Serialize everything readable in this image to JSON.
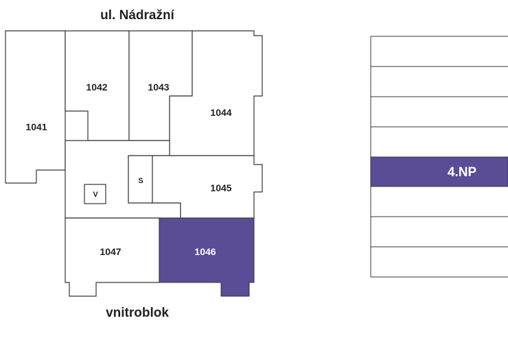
{
  "plan": {
    "street_top": "ul. Nádražní",
    "street_bottom": "vnitroblok",
    "units": [
      {
        "id": "1041",
        "label": "1041",
        "selected": false
      },
      {
        "id": "1042",
        "label": "1042",
        "selected": false
      },
      {
        "id": "1043",
        "label": "1043",
        "selected": false
      },
      {
        "id": "1044",
        "label": "1044",
        "selected": false
      },
      {
        "id": "1045",
        "label": "1045",
        "selected": false
      },
      {
        "id": "1046",
        "label": "1046",
        "selected": true
      },
      {
        "id": "1047",
        "label": "1047",
        "selected": false
      }
    ],
    "stair_label": "S",
    "elevator_label": "V"
  },
  "floors": {
    "selected_label": "4.NP",
    "count": 8,
    "selected_index": 4
  },
  "colors": {
    "selected": "#5b4c96",
    "outline": "#333333",
    "background": "#ffffff"
  }
}
